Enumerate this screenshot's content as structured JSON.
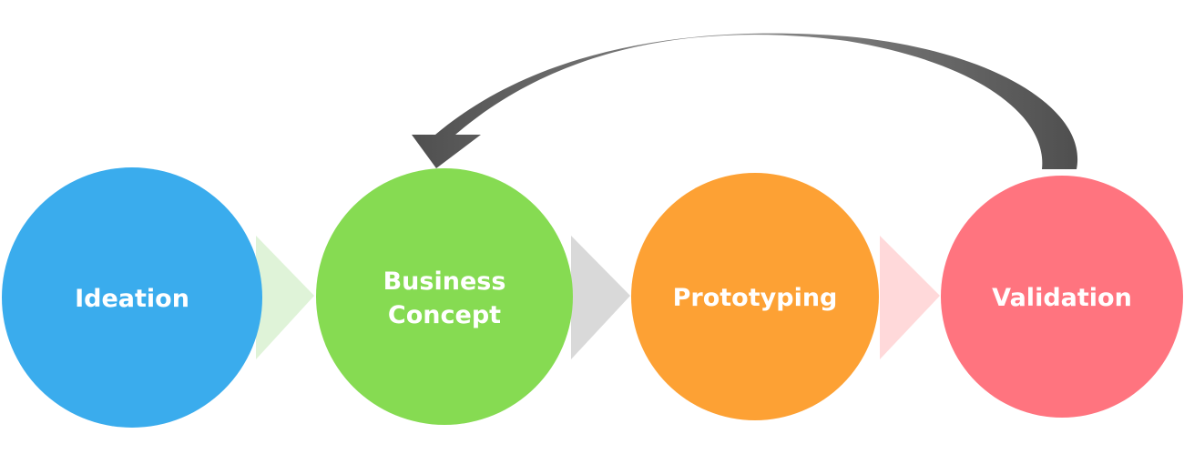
{
  "stages": [
    {
      "id": "ideation",
      "lines": [
        "Ideation"
      ],
      "color": "#3aaced"
    },
    {
      "id": "business-concept",
      "lines": [
        "Business",
        "Concept"
      ],
      "color": "#86db52"
    },
    {
      "id": "prototyping",
      "lines": [
        "Prototyping"
      ],
      "color": "#fda134"
    },
    {
      "id": "validation",
      "lines": [
        "Validation"
      ],
      "color": "#ff747f"
    }
  ],
  "connectors": [
    {
      "from": "ideation",
      "to": "business-concept",
      "color": "#dff3d8"
    },
    {
      "from": "business-concept",
      "to": "prototyping",
      "color": "#d9d9d9"
    },
    {
      "from": "prototyping",
      "to": "validation",
      "color": "#ffd9da"
    }
  ],
  "feedback_loop": {
    "from": "validation",
    "to": "business-concept",
    "color": "#5d5d5d"
  }
}
